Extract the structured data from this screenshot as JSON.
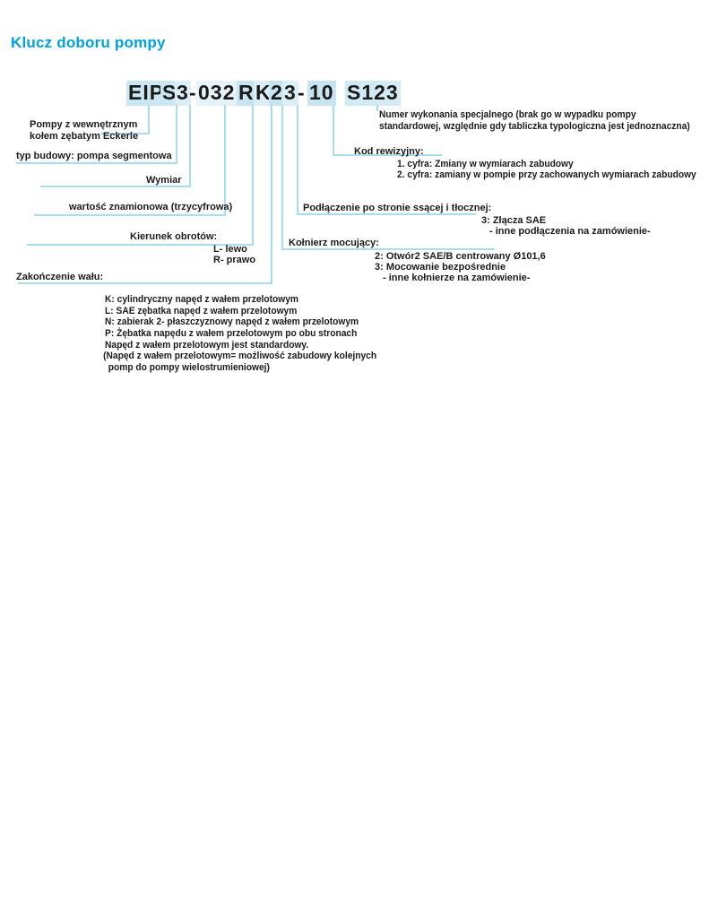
{
  "page": {
    "title": "Klucz doboru pompy",
    "title_color": "#00a1e1",
    "line_color": "#a9ddee",
    "text_color": "#1b1b1b"
  },
  "code": {
    "full": "EIP S3-032RK23-10 S123",
    "segments": [
      {
        "text": "EIP",
        "bg": "#cbe8f2"
      },
      {
        "text": "S",
        "bg": "#cbe8f2"
      },
      {
        "text": "3",
        "bg": "#ddeff6"
      },
      {
        "text": "-",
        "bg": ""
      },
      {
        "text": "032",
        "bg": "#e6f3f8"
      },
      {
        "text": "R",
        "bg": "#c6e5f1"
      },
      {
        "text": "K",
        "bg": "#ddeff6"
      },
      {
        "text": "2",
        "bg": "#c6e5f1"
      },
      {
        "text": "3",
        "bg": "#ddeff6"
      },
      {
        "text": "-",
        "bg": ""
      },
      {
        "text": "10",
        "bg": "#c6e5f1"
      },
      {
        "text": "S123",
        "bg": "#d3ebf4"
      }
    ]
  },
  "left": {
    "eckerle_line1": "Pompy z wewnętrznym",
    "eckerle_line2": "kołem zębatym Eckerle",
    "typ_budowy": "typ budowy: pompa segmentowa",
    "wymiar": "Wymiar",
    "wartosc": "wartość znamionowa (trzycyfrowa)",
    "kierunek": "Kierunek obrotów:",
    "kierunek_l": "L- lewo",
    "kierunek_r": "R- prawo",
    "zakonczenie": "Zakończenie wału:",
    "zakonczenie_options": [
      "K: cylindryczny napęd z wałem przelotowym",
      "L: SAE zębatka napęd z wałem przelotowym",
      "N: zabierak 2- płaszczyznowy napęd z wałem przelotowym",
      "P: Żębatka napędu z wałem przelotowym po obu stronach",
      "Napęd z wałem przelotowym jest standardowy.",
      "(Napęd z wałem przelotowym= możliwość zabudowy kolejnych",
      "pomp do pompy wielostrumieniowej)"
    ]
  },
  "right": {
    "numer_line1": "Numer wykonania specjalnego (brak go w wypadku pompy",
    "numer_line2": "standardowej, względnie gdy tabliczka typologiczna jest jednoznaczna)",
    "kod_rewizyjny": "Kod rewizyjny:",
    "kod_items": [
      "1. cyfra: Zmiany w wymiarach zabudowy",
      "2. cyfra: zamiany w pompie przy zachowanych wymiarach zabudowy"
    ],
    "podlaczenie": "Podłączenie po stronie ssącej i tłocznej:",
    "podlaczenie_items": [
      "3: Złącza SAE",
      "- inne podłączenia na zamówienie-"
    ],
    "kolnierz": "Kołnierz mocujący:",
    "kolnierz_items": [
      "2:  Otwór2 SAE/B centrowany Ø101,6",
      "3: Mocowanie bezpośrednie",
      "- inne kołnierze na zamówienie-"
    ]
  }
}
